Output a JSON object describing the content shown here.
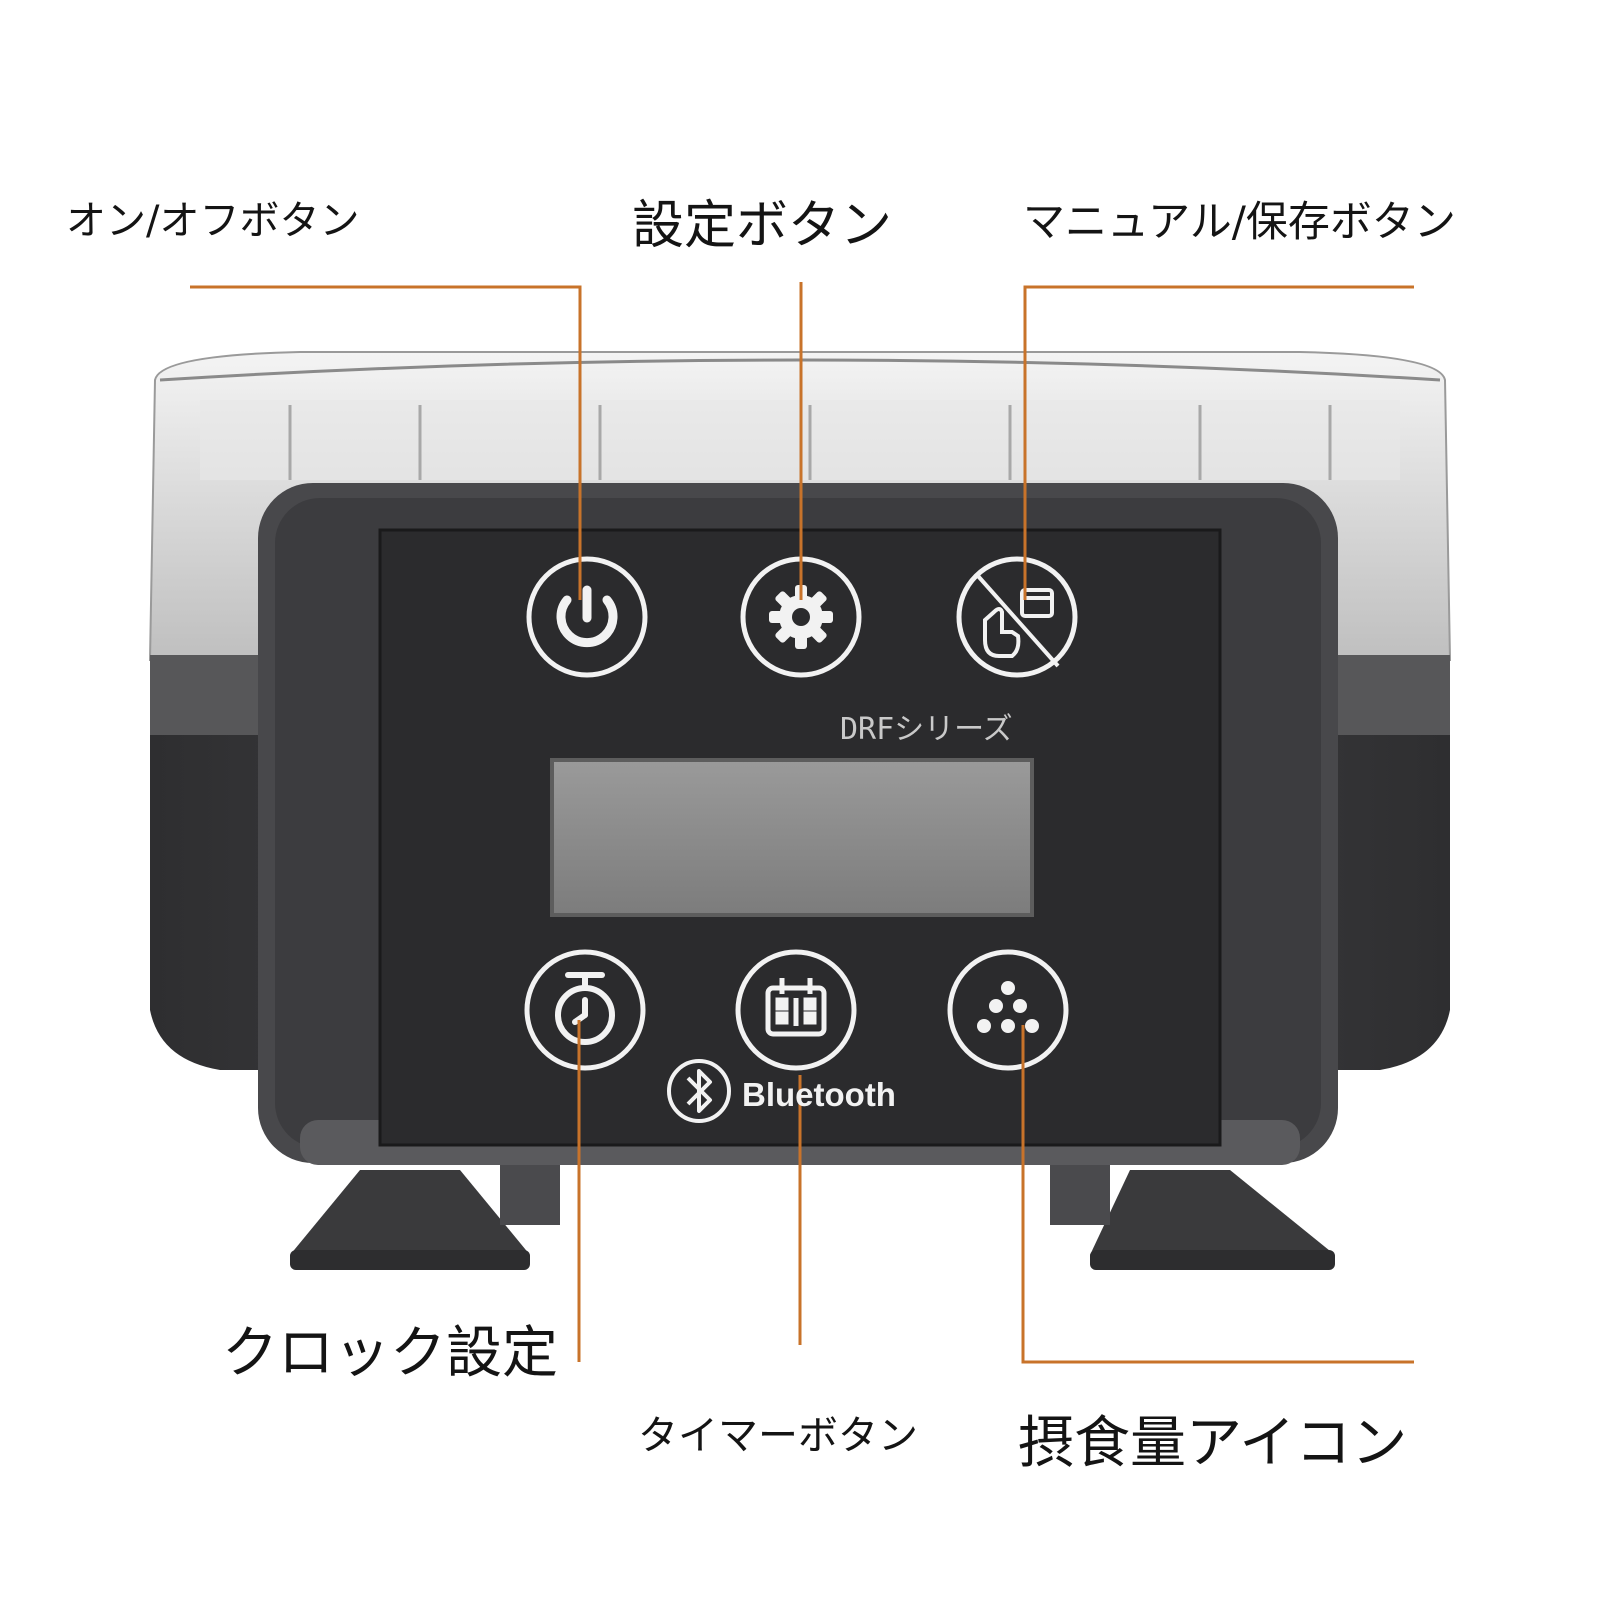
{
  "callouts": {
    "power": "オン/オフボタン",
    "settings": "設定ボタン",
    "manual_save": "マニュアル/保存ボタン",
    "clock": "クロック設定",
    "timer": "タイマーボタン",
    "intake": "摂食量アイコン"
  },
  "panel": {
    "model": "DRFシリーズ",
    "bluetooth": "Bluetooth"
  },
  "colors": {
    "leader_line": "#c8732a",
    "device_body": "#3e3e41",
    "panel_face": "#2b2b2d",
    "lcd": "#8c8c8c",
    "button_ring": "#f2f2f2"
  },
  "icons": [
    "power-icon",
    "gear-icon",
    "manual-save-icon",
    "stopwatch-icon",
    "timer-calendar-icon",
    "food-portion-icon",
    "bluetooth-icon"
  ]
}
